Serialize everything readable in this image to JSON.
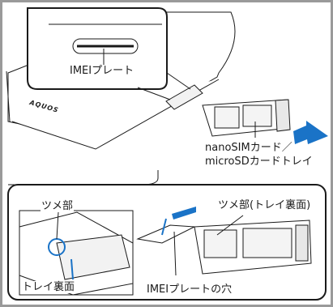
{
  "labels": {
    "imei_plate": "IMEIプレート",
    "brand": "AQUOS",
    "card_tray_line1": "nanoSIMカード／",
    "card_tray_line2": "microSDカードトレイ",
    "claw": "ツメ部",
    "tray_back": "トレイ裏面",
    "claw_tray_back": "ツメ部(トレイ裏面)",
    "imei_plate_hole": "IMEIプレートの穴"
  },
  "colors": {
    "frame": "#9a9a9a",
    "line": "#1a1a1a",
    "accent": "#1a73c7",
    "background": "#ffffff"
  }
}
